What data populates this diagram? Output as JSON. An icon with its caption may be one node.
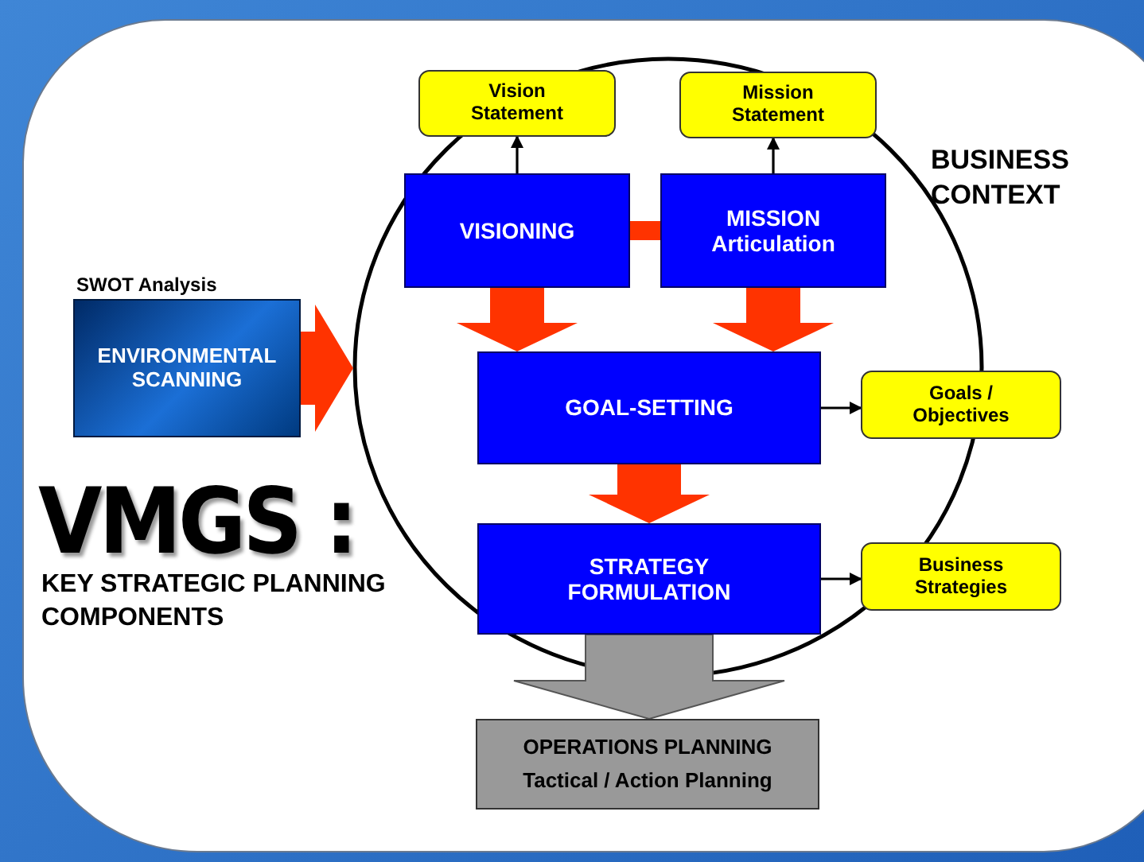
{
  "diagram": {
    "title": "VMGS :",
    "nodes": [
      {
        "text": [
          "Vision Statement"
        ]
      },
      {
        "text": [
          "Mission Statement"
        ]
      },
      {
        "text": [
          "VISIONING"
        ]
      },
      {
        "text": [
          "MISSION Articulation"
        ]
      },
      {
        "text": [
          "ENVIRONMENTAL SCANNING"
        ],
        "beside": [
          "SWOT Analysis"
        ]
      },
      {
        "text": [
          "GOAL-SETTING"
        ]
      },
      {
        "text": [
          "Goals / Objectives"
        ]
      },
      {
        "text": [
          "STRATEGY FORMULATION"
        ]
      },
      {
        "text": [
          "Business Strategies"
        ]
      },
      {
        "text": [
          "OPERATIONS PLANNING",
          "Tactical / Action Planning"
        ]
      }
    ],
    "edges": [
      {
        "from": 2,
        "to": 0,
        "arrow": "to"
      },
      {
        "from": 3,
        "to": 1,
        "arrow": "to"
      },
      {
        "from": 2,
        "to": 3,
        "arrow": "none",
        "style": "thick",
        "color": "#ff3300"
      },
      {
        "from": 4,
        "to": null,
        "arrow": "to",
        "style": "thick",
        "color": "#ff3300"
      },
      {
        "from": 2,
        "to": 5,
        "arrow": "to",
        "style": "thick",
        "color": "#ff3300"
      },
      {
        "from": 3,
        "to": 5,
        "arrow": "to",
        "style": "thick",
        "color": "#ff3300"
      },
      {
        "from": 5,
        "to": 6,
        "arrow": "to"
      },
      {
        "from": 5,
        "to": 7,
        "arrow": "to",
        "style": "thick",
        "color": "#ff3300"
      },
      {
        "from": 7,
        "to": 8,
        "arrow": "to"
      },
      {
        "from": 7,
        "to": 9,
        "arrow": "to",
        "style": "thick",
        "color": "#999999"
      }
    ],
    "labels": [
      "BUSINESS CONTEXT",
      "KEY STRATEGIC PLANNING COMPONENTS"
    ]
  }
}
